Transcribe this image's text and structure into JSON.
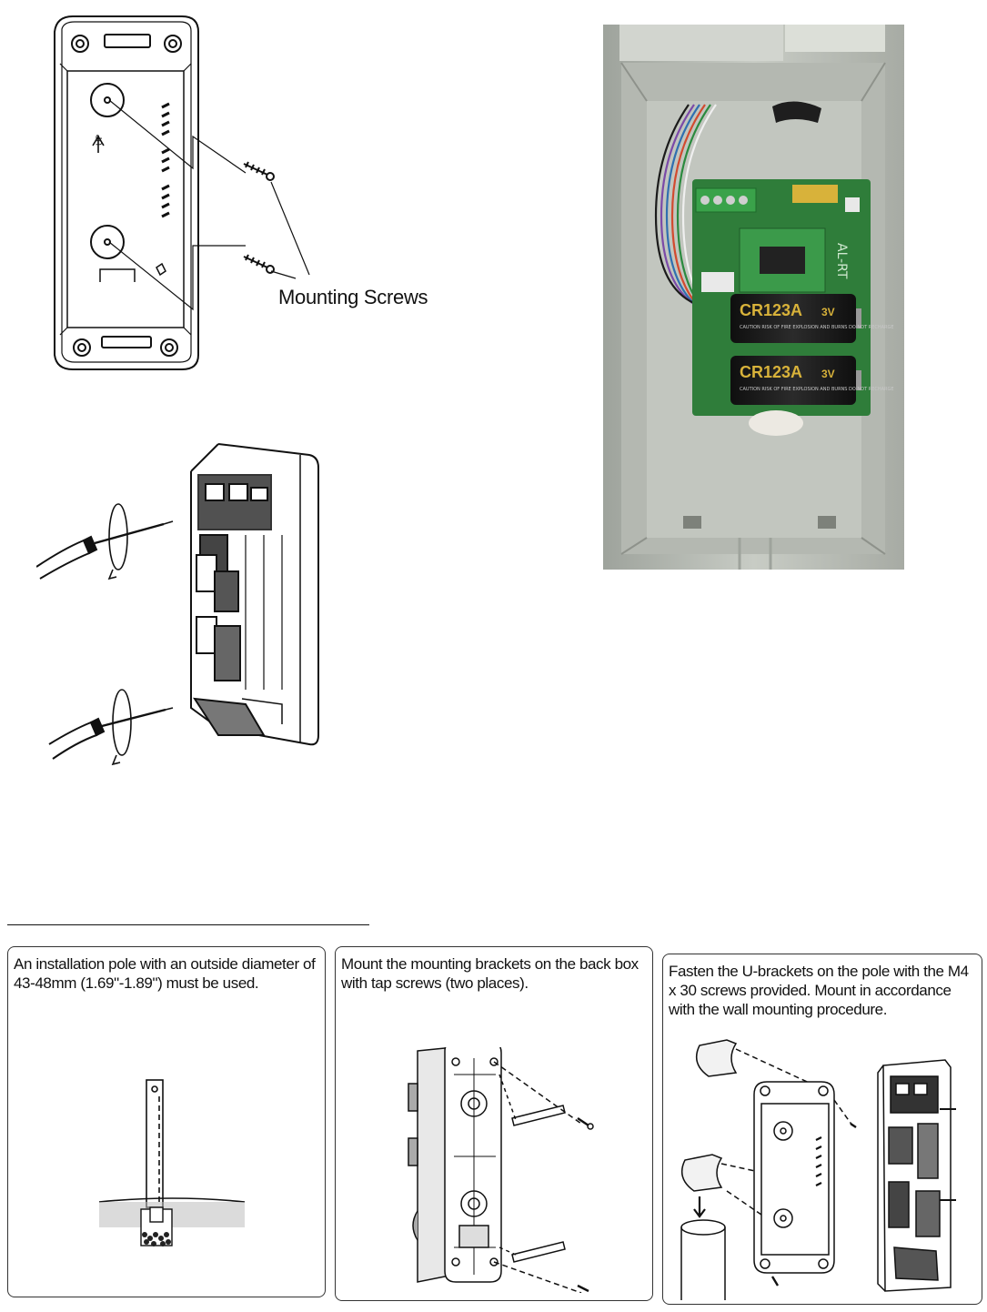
{
  "figure_top": {
    "callout_label": "Mounting Screws",
    "up_marker": "UP"
  },
  "photo": {
    "battery_model": "CR123A",
    "battery_voltage": "3V",
    "battery_warning": "CAUTION RISK OF FIRE EXPLOSION AND BURNS DO NOT RECHARGE",
    "label_sticker": "AL-RT"
  },
  "panels": [
    {
      "text": "An installation pole with an outside diameter of 43-48mm (1.69\"-1.89\") must be used."
    },
    {
      "text": "Mount the mounting brackets on the back box with tap screws (two places)."
    },
    {
      "text": "Fasten the U-brackets on the pole with the M4 x 30 screws provided. Mount in accordance with the wall mounting procedure."
    }
  ],
  "colors": {
    "line": "#111111",
    "pcb_green": "#2f7d3a",
    "battery_black": "#1b1b1b",
    "battery_gold": "#d8b23a",
    "housing_gray": "#c9ccc6"
  }
}
